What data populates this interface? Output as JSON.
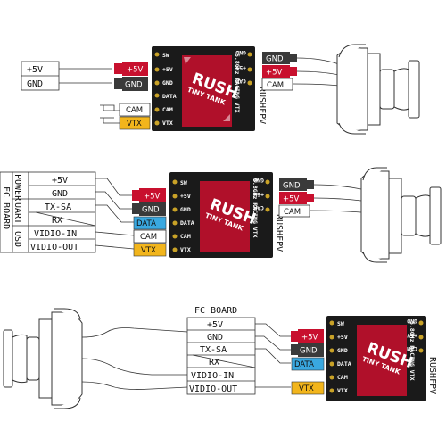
{
  "colors": {
    "red": "#c8102e",
    "dark": "#3a3a3a",
    "blue": "#39a8e0",
    "yellow": "#f2b51c",
    "white": "#ffffff",
    "board": "#1a1a1a",
    "crimson": "#b0102a"
  },
  "board": {
    "pins_left": [
      "SW",
      "+5V",
      "GND",
      "DATA",
      "CAM",
      "VTX"
    ],
    "pins_right": [
      "GND",
      "+5V",
      "CAM"
    ],
    "title_line1": "RUSH",
    "title_line2": "TINY TANK",
    "subtitle": "5.8GHz RACING VTX",
    "maker": "RUSHFPV"
  },
  "diagram1": {
    "sources": [
      "+5V",
      "GND"
    ],
    "plugs_left": [
      "+5V",
      "GND",
      "CAM",
      "VTX"
    ],
    "plugs_right": [
      "GND",
      "+5V",
      "CAM"
    ]
  },
  "diagram2": {
    "fc_board": "FC BOARD",
    "groups": [
      "POWER",
      "UART",
      "OSD"
    ],
    "rows": [
      "+5V",
      "GND",
      "TX-SA",
      "RX",
      "VIDIO-IN",
      "VIDIO-OUT"
    ],
    "plugs_left": [
      "+5V",
      "GND",
      "DATA",
      "CAM",
      "VTX"
    ],
    "plugs_right": [
      "GND",
      "+5V",
      "CAM"
    ]
  },
  "diagram3": {
    "fc_board": "FC BOARD",
    "rows": [
      "+5V",
      "GND",
      "TX-SA",
      "RX",
      "VIDIO-IN",
      "VIDIO-OUT"
    ],
    "plugs": [
      "+5V",
      "GND",
      "DATA",
      "VTX"
    ]
  }
}
